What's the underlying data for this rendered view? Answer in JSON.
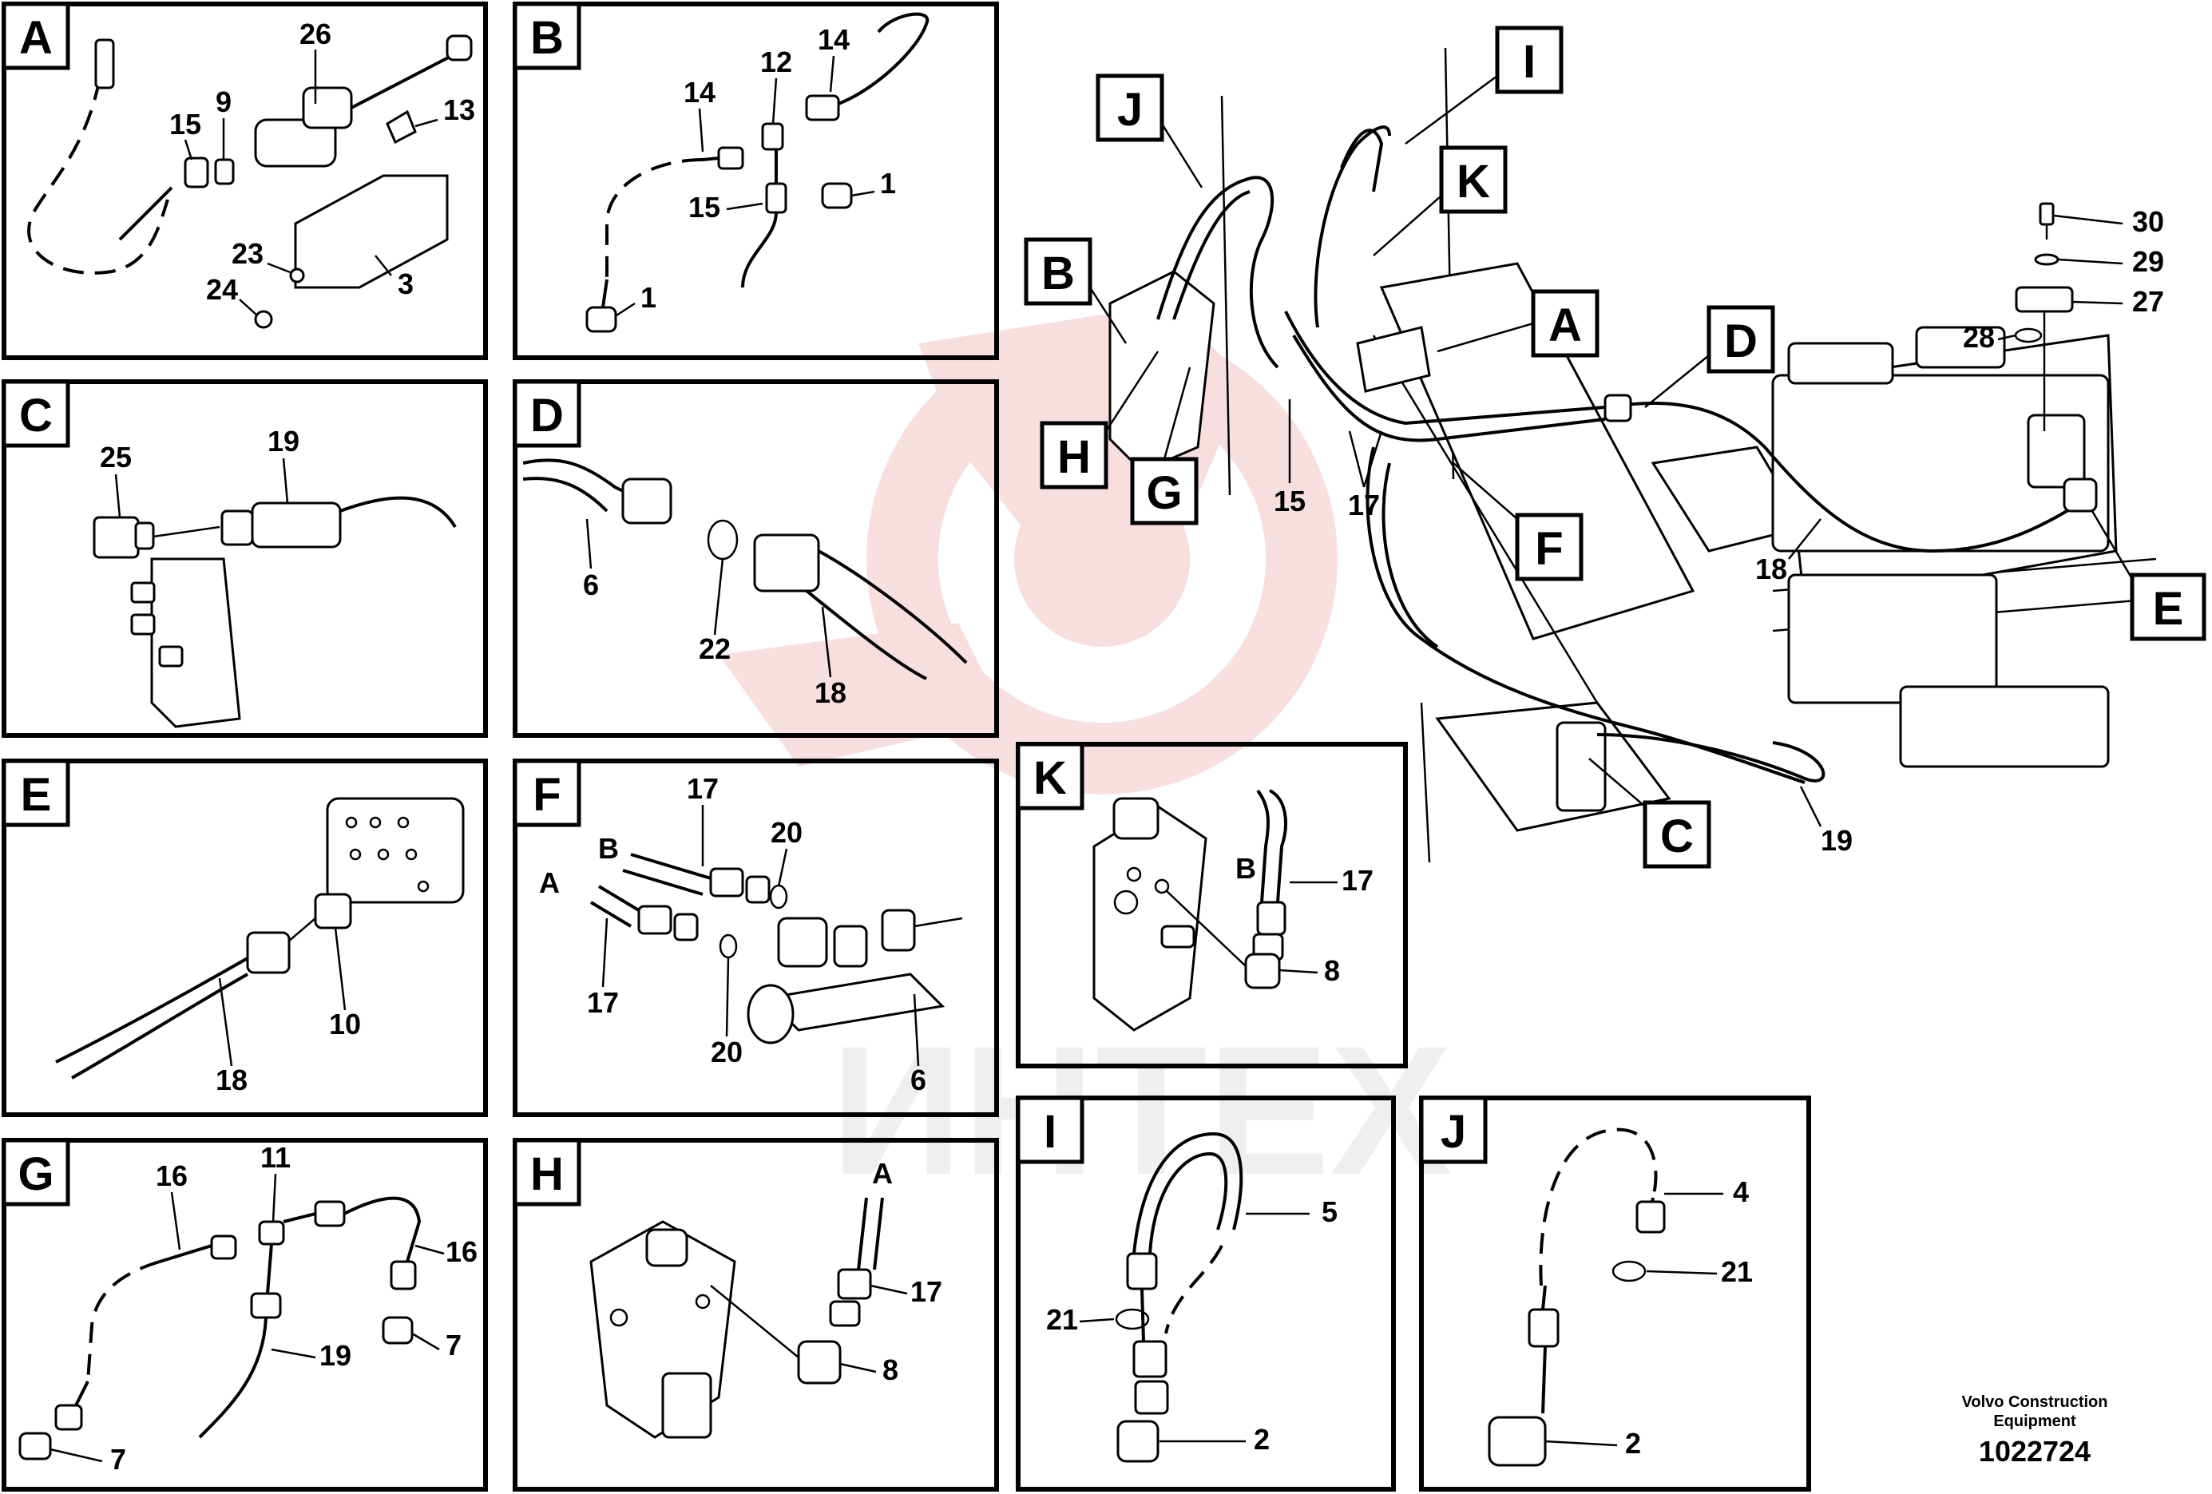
{
  "panels": {
    "A": {
      "tag": "A",
      "labels": [
        "26",
        "15",
        "9",
        "13",
        "23",
        "24",
        "3"
      ]
    },
    "B": {
      "tag": "B",
      "labels": [
        "14",
        "12",
        "14",
        "15",
        "1",
        "1"
      ]
    },
    "C": {
      "tag": "C",
      "labels": [
        "25",
        "19"
      ]
    },
    "D": {
      "tag": "D",
      "labels": [
        "6",
        "22",
        "18"
      ]
    },
    "E": {
      "tag": "E",
      "labels": [
        "10",
        "18"
      ]
    },
    "F": {
      "tag": "F",
      "labels": [
        "17",
        "20",
        "B",
        "A",
        "17",
        "20",
        "6"
      ]
    },
    "G": {
      "tag": "G",
      "labels": [
        "16",
        "11",
        "16",
        "19",
        "7",
        "7"
      ]
    },
    "H": {
      "tag": "H",
      "labels": [
        "A",
        "17",
        "8"
      ]
    },
    "K": {
      "tag": "K",
      "labels": [
        "B",
        "17",
        "8"
      ]
    },
    "I": {
      "tag": "I",
      "labels": [
        "5",
        "21",
        "2"
      ]
    },
    "J": {
      "tag": "J",
      "labels": [
        "4",
        "21",
        "2"
      ]
    }
  },
  "main_view": {
    "callouts": [
      "J",
      "I",
      "K",
      "B",
      "A",
      "D",
      "H",
      "G",
      "F",
      "E",
      "C"
    ],
    "labels": [
      "30",
      "29",
      "27",
      "28",
      "15",
      "17",
      "18",
      "19"
    ]
  },
  "footer": {
    "company_line1": "Volvo Construction",
    "company_line2": "Equipment",
    "doc_number": "1022724"
  },
  "colors": {
    "watermark": "#f4c6c6",
    "ink": "#000000",
    "paper": "#ffffff"
  }
}
